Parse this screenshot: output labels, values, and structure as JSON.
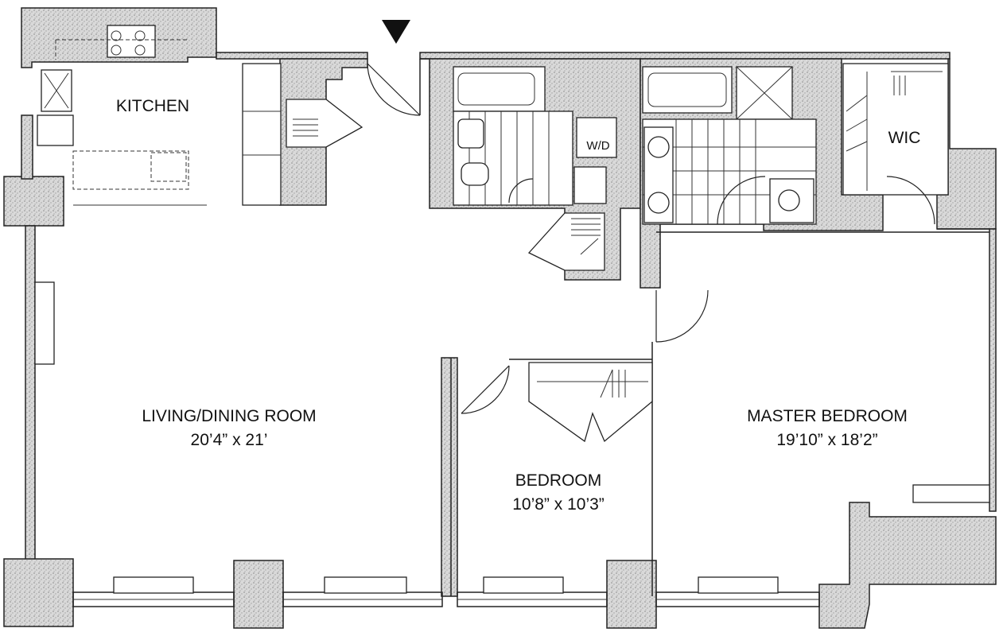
{
  "rooms": {
    "kitchen": {
      "name": "KITCHEN"
    },
    "wd": {
      "name": "W/D"
    },
    "wic": {
      "name": "WIC"
    },
    "living": {
      "name": "LIVING/DINING ROOM",
      "size": "20’4” x 21’"
    },
    "bedroom": {
      "name": "BEDROOM",
      "size": "10’8” x 10’3”"
    },
    "master": {
      "name": "MASTER BEDROOM",
      "size": "19’10” x 18’2”"
    }
  },
  "entrance_marker": "triangle-down-icon"
}
